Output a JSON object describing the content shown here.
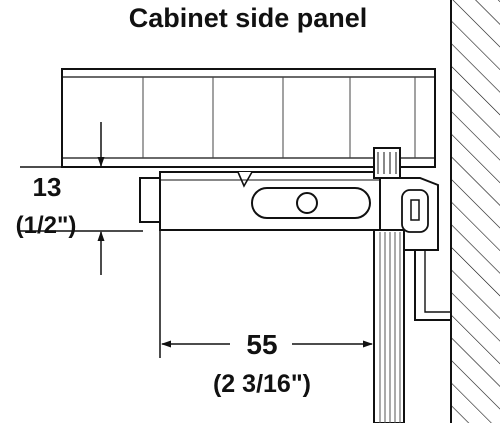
{
  "title": "Cabinet side panel",
  "dimensions": {
    "vertical": {
      "metric": "13",
      "imperial": "(1/2\")"
    },
    "horizontal": {
      "metric": "55",
      "imperial": "(2 3/16\")"
    }
  },
  "colors": {
    "line": "#111111",
    "panel_fill": "#d8d8d8",
    "background": "#ffffff"
  }
}
